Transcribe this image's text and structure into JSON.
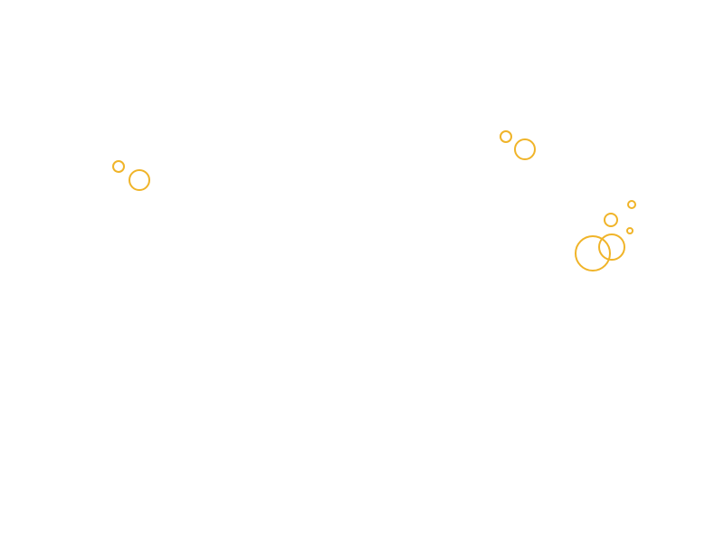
{
  "scene": {
    "background_color": "#ffffff",
    "bubble_color": "#f0b429",
    "bubble_icon": "bubble-ring-icon"
  },
  "bubble_groups": [
    {
      "name": "left-cluster",
      "count": 2
    },
    {
      "name": "upper-right-cluster",
      "count": 2
    },
    {
      "name": "right-cluster",
      "count": 5
    }
  ]
}
